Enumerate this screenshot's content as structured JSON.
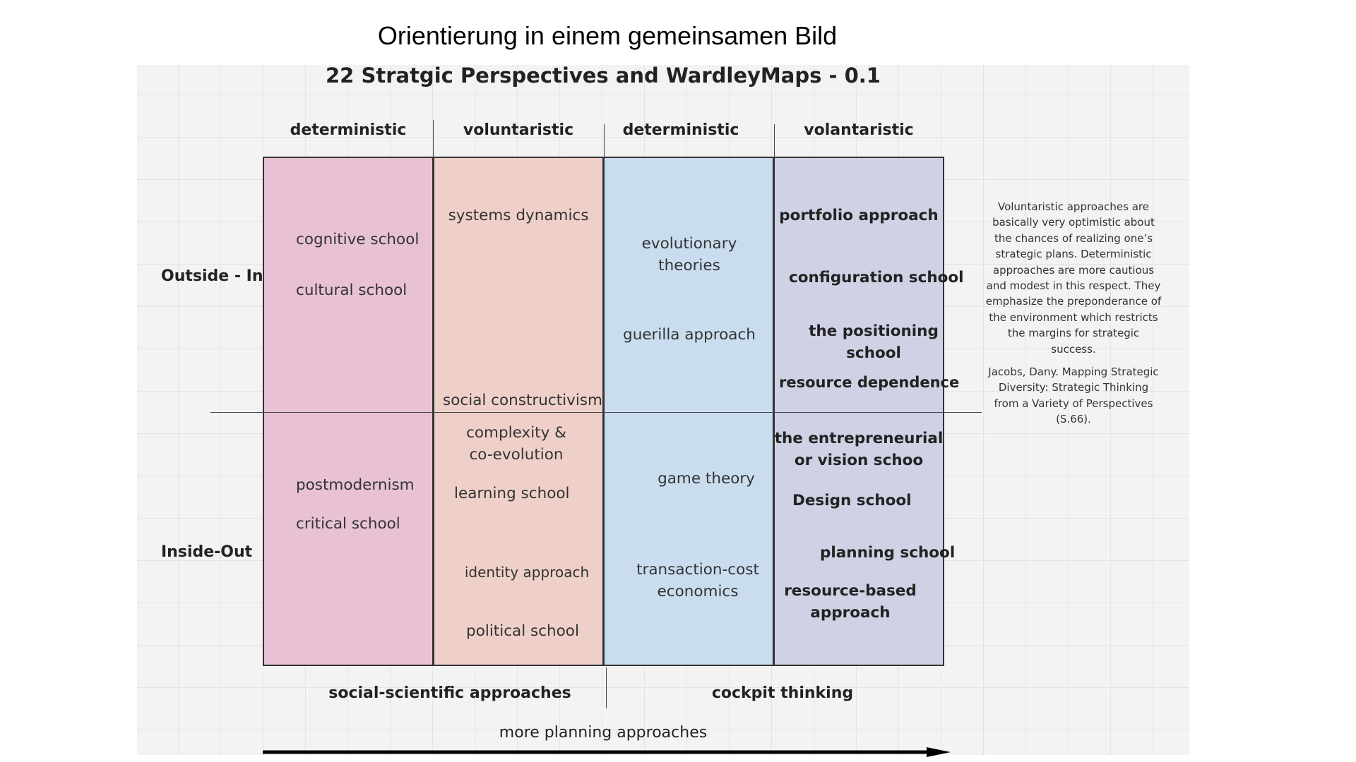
{
  "page_title": "Orientierung in einem gemeinsamen Bild",
  "board_title": "22 Stratgic Perspectives and WardleyMaps - 0.1",
  "columns": [
    "deterministic",
    "voluntaristic",
    "deterministic",
    "volantaristic"
  ],
  "rows": [
    "Outside - In",
    "Inside-Out"
  ],
  "cells": {
    "c1_top": [
      "cognitive school",
      "cultural school"
    ],
    "c1_bottom": [
      "postmodernism",
      "critical school"
    ],
    "c2_top": [
      "systems dynamics",
      "social constructivism"
    ],
    "c2_bottom": [
      "complexity &",
      "co-evolution",
      "learning school",
      "identity approach",
      "political school"
    ],
    "c3_top": [
      "evolutionary",
      "theories",
      "guerilla approach"
    ],
    "c3_bottom": [
      "game theory",
      "transaction-cost",
      "economics"
    ],
    "c4_top": [
      "portfolio approach",
      "configuration school",
      "the positioning",
      "school",
      "resource dependence"
    ],
    "c4_bottom": [
      "the entrepreneurial",
      "or vision schoo",
      "Design school",
      "planning school",
      "resource-based",
      "approach"
    ]
  },
  "note": {
    "text": "Voluntaristic approaches are basically very optimistic about the chances of realizing one’s strategic plans. Deterministic approaches are more cautious and modest in this respect. They emphasize the preponderance of the environment which restricts the margins for strategic success.",
    "citation": "Jacobs, Dany. Mapping Strategic Diversity: Strategic Thinking from a Variety of Perspectives (S.66)."
  },
  "bottom_labels": [
    "social-scientific approaches",
    "cockpit thinking"
  ],
  "arrow_label": "more planning approaches"
}
